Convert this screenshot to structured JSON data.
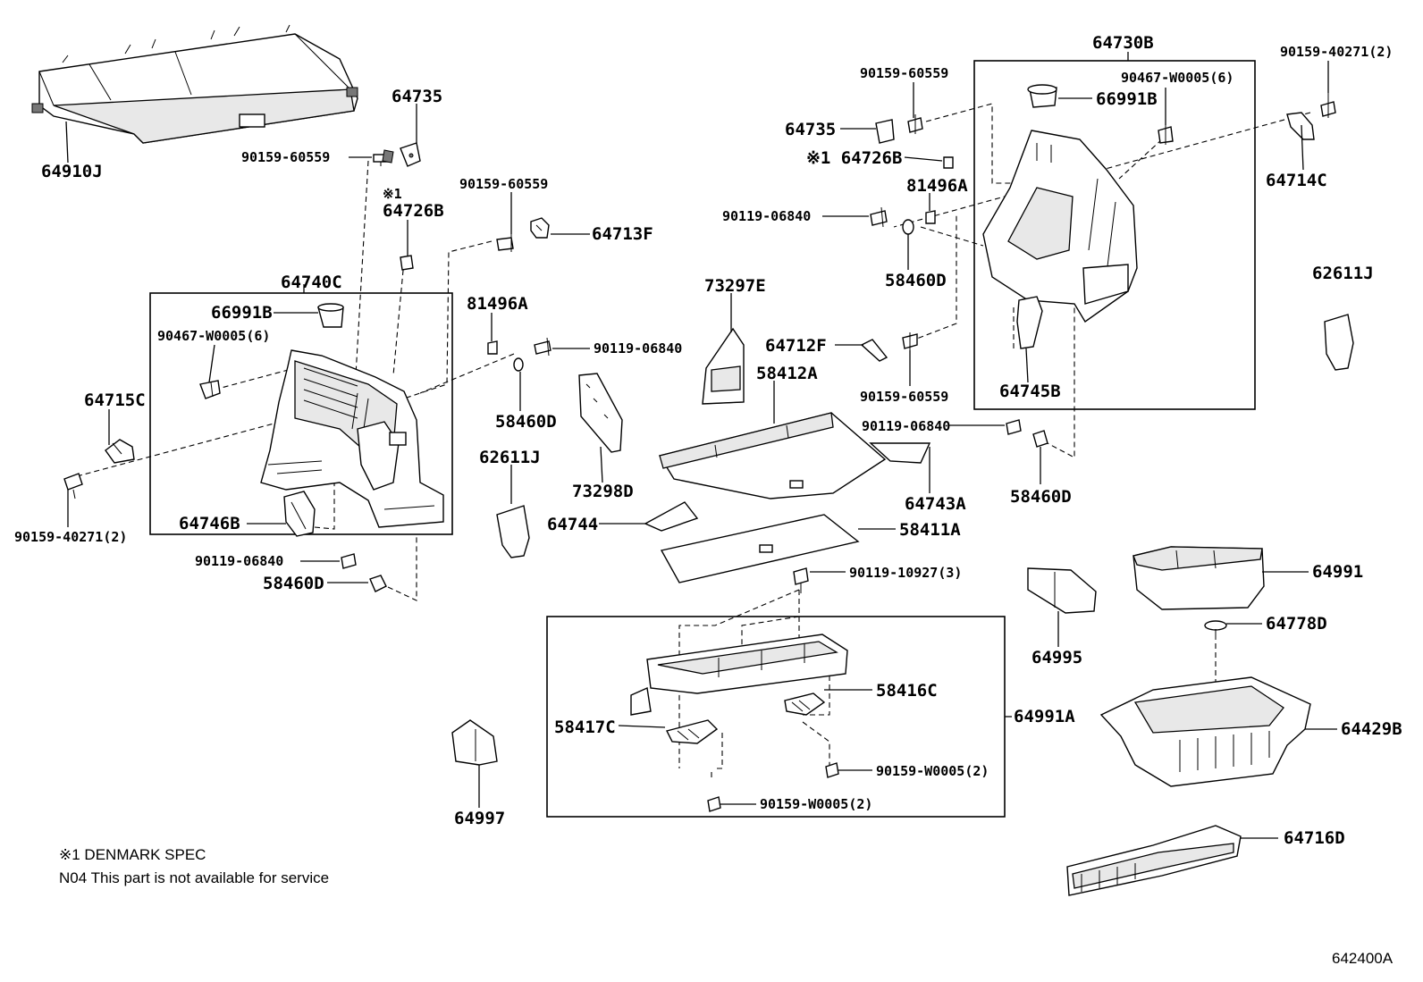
{
  "labels": {
    "l_64910J": "64910J",
    "l_64735_a": "64735",
    "l_90159_60559_a": "90159-60559",
    "l_x1_a": "※1",
    "l_64726B_a": "64726B",
    "l_90159_60559_b": "90159-60559",
    "l_64713F": "64713F",
    "l_64740C": "64740C",
    "l_66991B_a": "66991B",
    "l_90467_a": "90467-W0005(6)",
    "l_81496A_a": "81496A",
    "l_90119_06840_a": "90119-06840",
    "l_64715C": "64715C",
    "l_58460D_a": "58460D",
    "l_90159_40271_a": "90159-40271(2)",
    "l_64746B": "64746B",
    "l_90119_06840_b": "90119-06840",
    "l_58460D_b": "58460D",
    "l_62611J_a": "62611J",
    "l_73298D": "73298D",
    "l_73297E": "73297E",
    "l_58412A": "58412A",
    "l_64744": "64744",
    "l_58411A": "58411A",
    "l_64712F": "64712F",
    "l_90159_60559_c": "90159-60559",
    "l_64730B": "64730B",
    "l_90159_60559_d": "90159-60559",
    "l_64735_b": "64735",
    "l_x1_64726B_b": "※1 64726B",
    "l_81496A_b": "81496A",
    "l_90119_06840_c": "90119-06840",
    "l_58460D_c": "58460D",
    "l_90467_b": "90467-W0005(6)",
    "l_66991B_b": "66991B",
    "l_64745B": "64745B",
    "l_90159_40271_b": "90159-40271(2)",
    "l_64714C": "64714C",
    "l_62611J_b": "62611J",
    "l_90119_06840_d": "90119-06840",
    "l_64743A": "64743A",
    "l_58460D_d": "58460D",
    "l_90119_10927": "90119-10927(3)",
    "l_64991": "64991",
    "l_64995": "64995",
    "l_64778D": "64778D",
    "l_58416C": "58416C",
    "l_64991A": "64991A",
    "l_58417C": "58417C",
    "l_64429B": "64429B",
    "l_90159_W0005_a": "90159-W0005(2)",
    "l_90159_W0005_b": "90159-W0005(2)",
    "l_64997": "64997",
    "l_64716D": "64716D"
  },
  "notes": {
    "denmark": "※1 DENMARK SPEC",
    "n04": "N04 This part is not  available for service",
    "figure_id": "642400A"
  }
}
